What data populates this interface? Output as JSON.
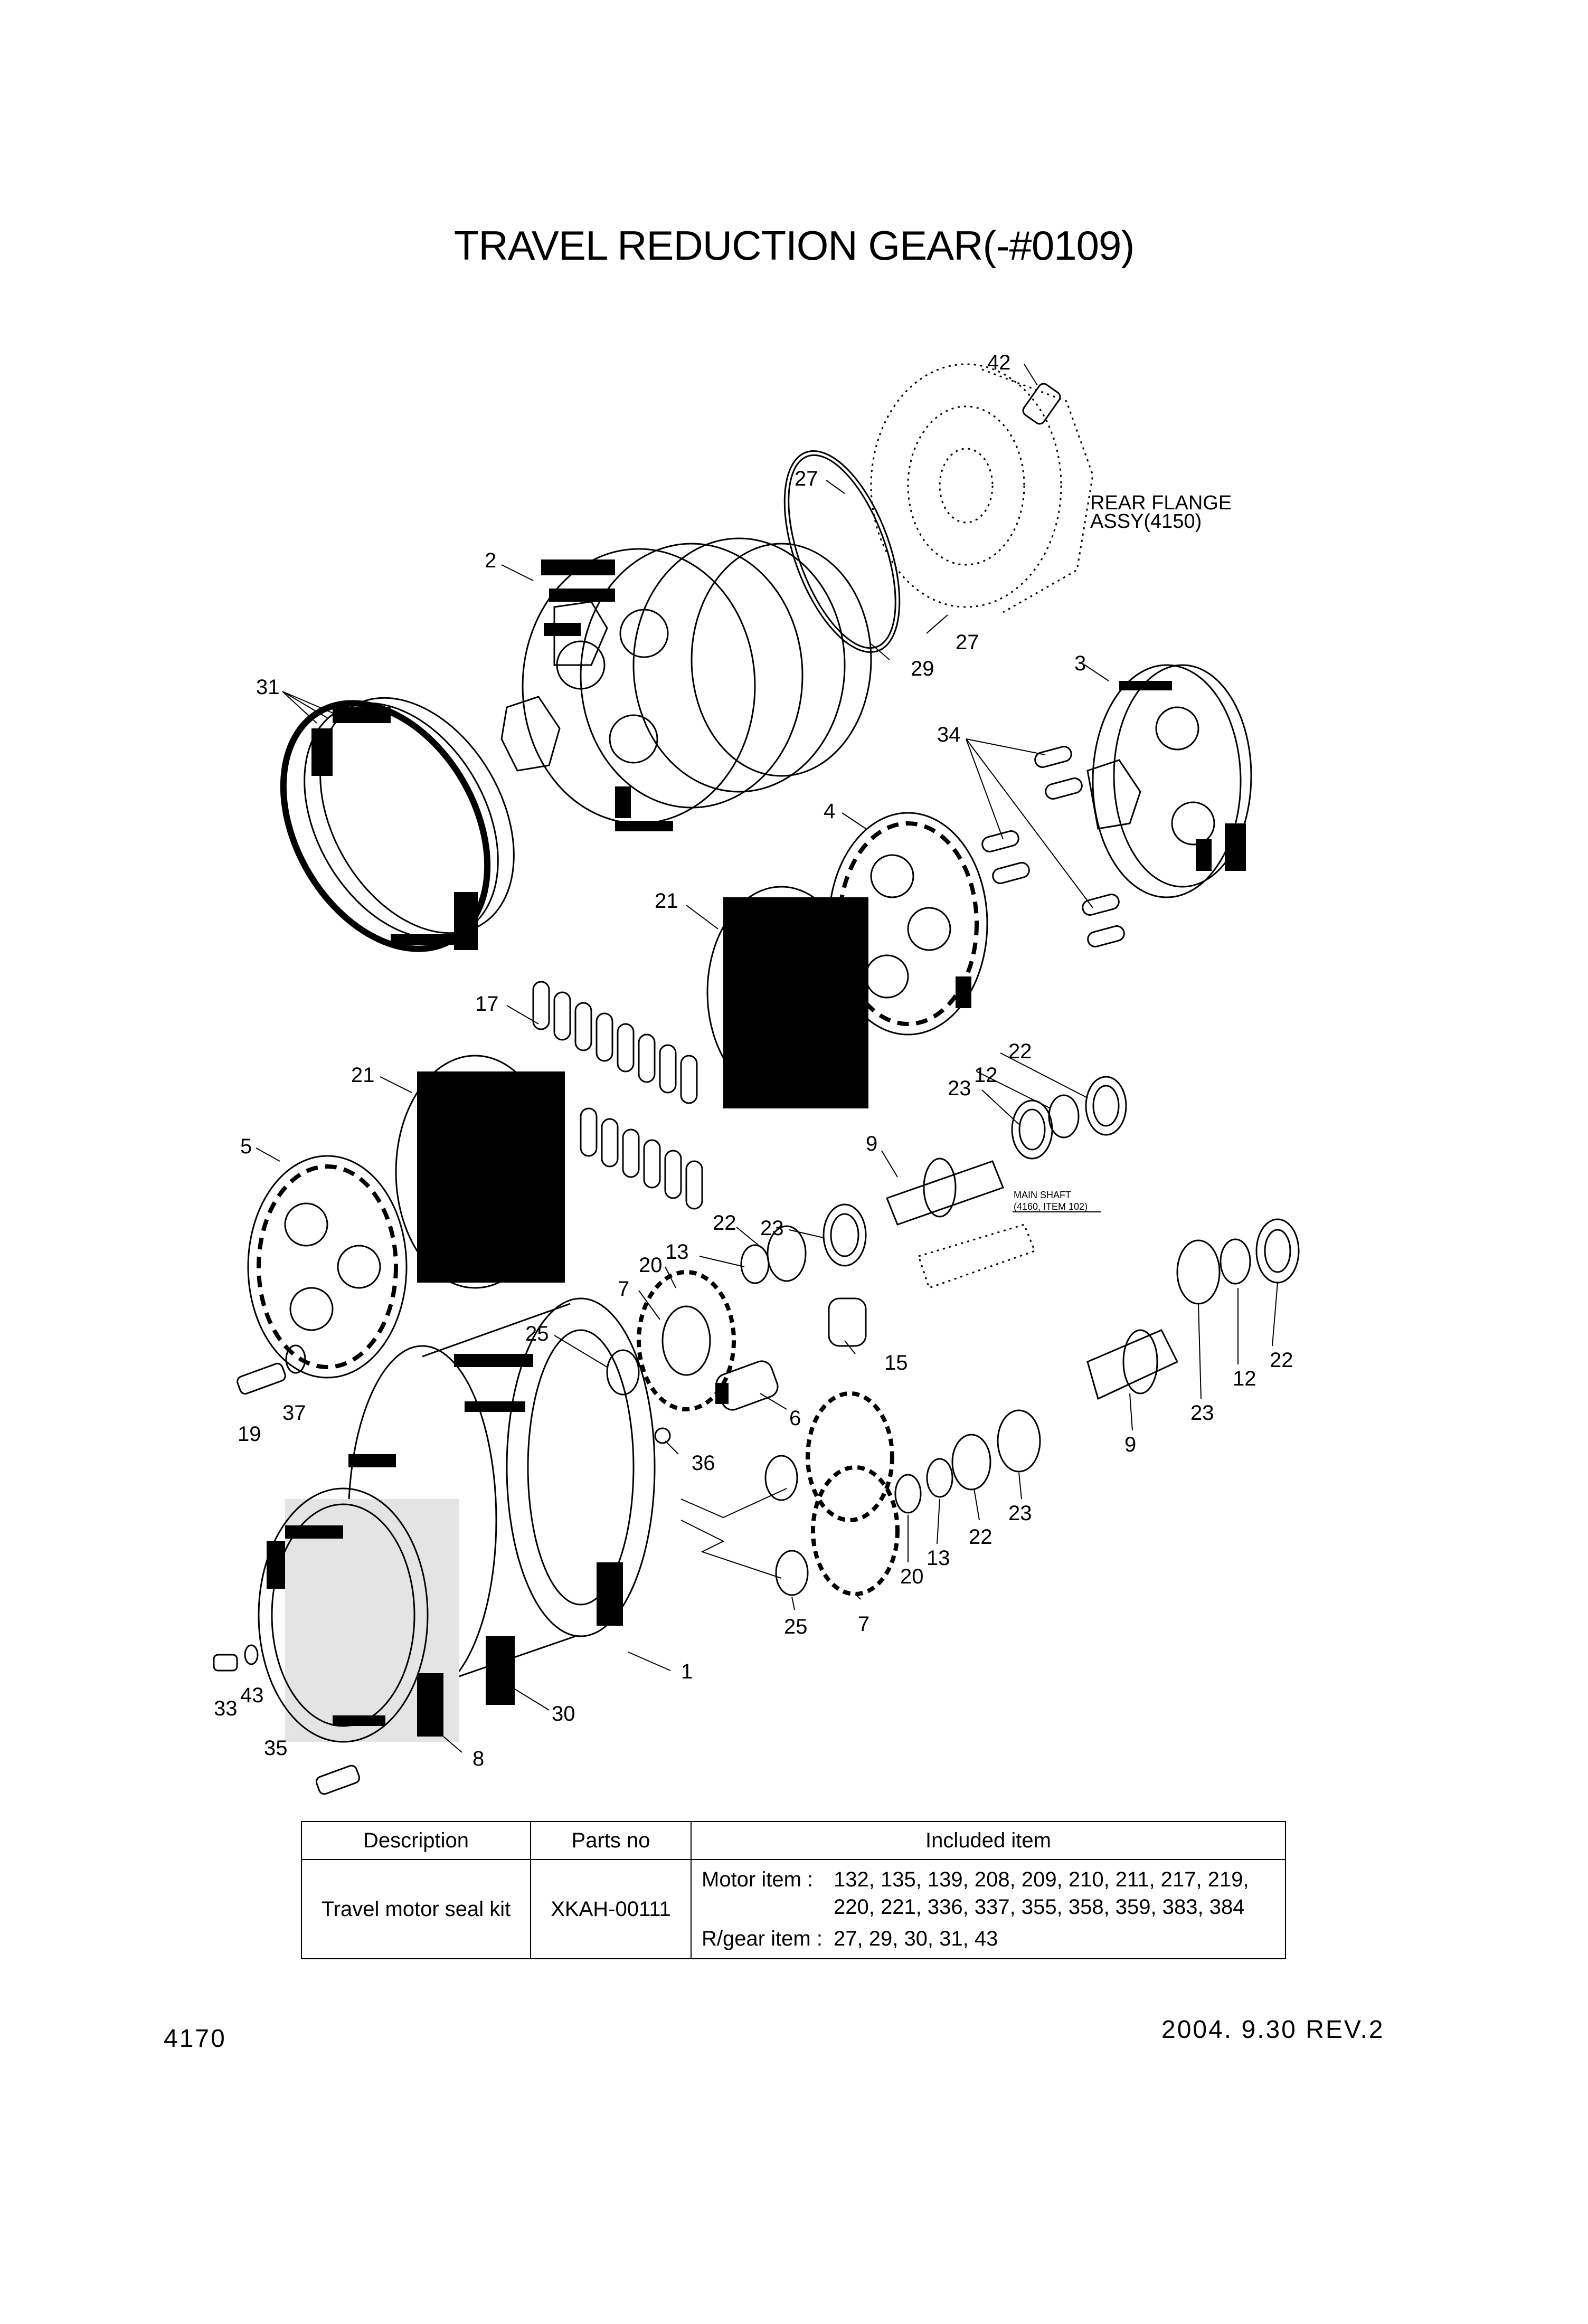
{
  "title": "TRAVEL REDUCTION GEAR(-#0109)",
  "callouts": {
    "c42": "42",
    "c27a": "27",
    "c27b": "27",
    "c29": "29",
    "c2": "2",
    "c3": "3",
    "c31": "31",
    "c34": "34",
    "c4": "4",
    "c21a": "21",
    "c21b": "21",
    "c17": "17",
    "c5": "5",
    "c22a": "22",
    "c12a": "12",
    "c23a": "23",
    "c9a": "9",
    "c23b": "23",
    "c22b": "22",
    "c13a": "13",
    "c20a": "20",
    "c7a": "7",
    "c25a": "25",
    "c15": "15",
    "c6": "6",
    "c36": "36",
    "c19": "19",
    "c37": "37",
    "c22c": "22",
    "c12b": "12",
    "c23c": "23",
    "c9b": "9",
    "c23d": "23",
    "c22d": "22",
    "c13b": "13",
    "c20b": "20",
    "c25b": "25",
    "c7b": "7",
    "c1": "1",
    "c30": "30",
    "c33": "33",
    "c43": "43",
    "c35": "35",
    "c8": "8"
  },
  "notes": {
    "rear_flange_line1": "REAR FLANGE",
    "rear_flange_line2": "ASSY(4150)",
    "main_shaft_line1": "MAIN SHAFT",
    "main_shaft_line2": "(4160, ITEM 102)"
  },
  "table": {
    "headers": [
      "Description",
      "Parts no",
      "Included item"
    ],
    "rows": [
      {
        "description": "Travel motor seal kit",
        "parts_no": "XKAH-00111",
        "motor_label": "Motor item :",
        "motor_items": "132, 135, 139, 208, 209, 210, 211, 217, 219,\n220, 221, 336, 337, 355, 358, 359, 383, 384",
        "rgear_label": "R/gear item :",
        "rgear_items": "27, 29, 30, 31, 43"
      }
    ]
  },
  "footer": {
    "page_number": "4170",
    "revision": "2004. 9.30 REV.2"
  }
}
